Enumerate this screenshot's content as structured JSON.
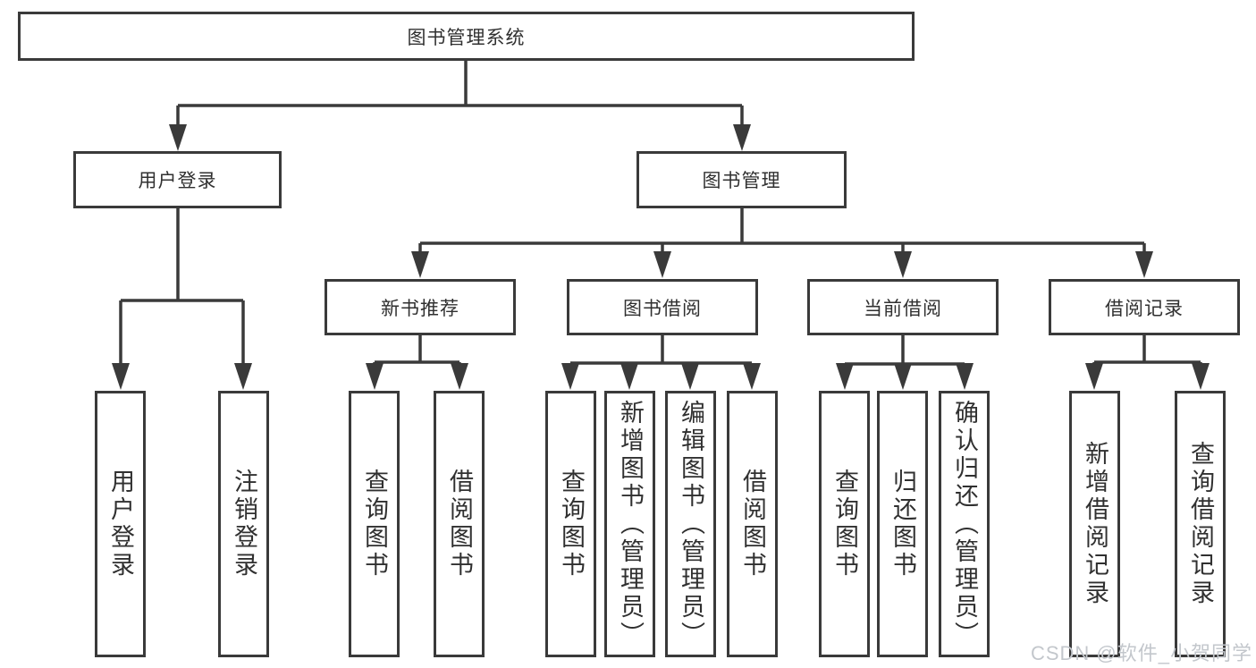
{
  "diagram_title": "图书管理系统",
  "nodes": {
    "root": "图书管理系统",
    "userLogin": "用户登录",
    "bookManagement": "图书管理",
    "newBookRecommend": "新书推荐",
    "bookBorrow": "图书借阅",
    "currentBorrow": "当前借阅",
    "borrowRecords": "借阅记录"
  },
  "leaves": {
    "userLogin": [
      "用户登录",
      "注销登录"
    ],
    "newBookRecommend": [
      "查询图书",
      "借阅图书"
    ],
    "bookBorrow": [
      "查询图书",
      "新增图书（管理员）",
      "编辑图书（管理员）",
      "借阅图书"
    ],
    "currentBorrow": [
      "查询图书",
      "归还图书",
      "确认归还（管理员）"
    ],
    "borrowRecords": [
      "新增借阅记录",
      "查询借阅记录"
    ]
  },
  "watermark": "CSDN @软件_小贺同学",
  "colors": {
    "line": "#3a3a3a",
    "box_border": "#3a3a3a",
    "text": "#303030",
    "watermark_text": "#c3c7cc",
    "background": "#ffffff"
  }
}
